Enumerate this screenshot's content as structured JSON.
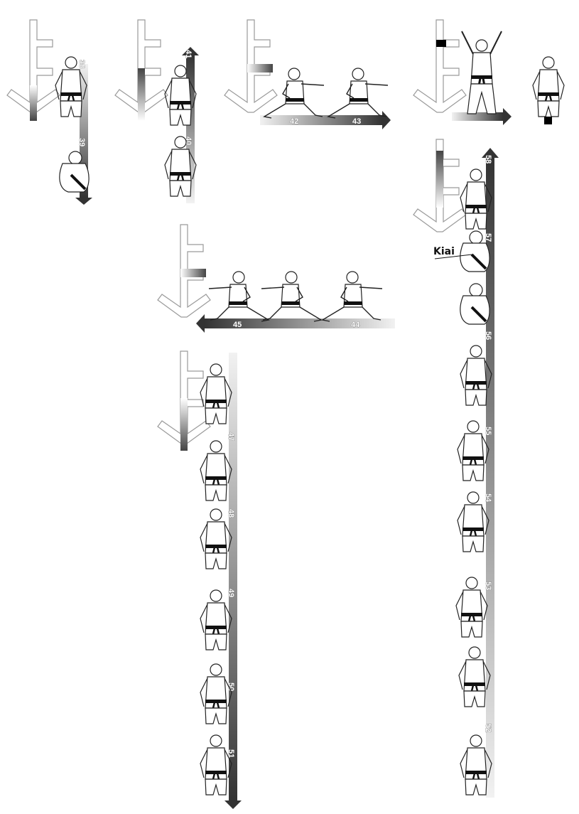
{
  "annotations": {
    "kiai": "Kiai"
  },
  "steps": {
    "s38": "38",
    "s39": "39",
    "s40": "40",
    "s41": "41",
    "s42": "42",
    "s43": "43",
    "s44": "44",
    "s45": "45",
    "s47": "47",
    "s48": "48",
    "s49": "49",
    "s50": "50",
    "s51": "51",
    "s52": "52",
    "s53": "53",
    "s54": "54",
    "s55": "55",
    "s56": "56",
    "s57": "57",
    "s58": "58"
  },
  "colors": {
    "figure_outline": "#222222",
    "belt": "#111111",
    "arrow_dark": "#333333",
    "arrow_light": "#eeeeee",
    "marker": "#000000"
  }
}
